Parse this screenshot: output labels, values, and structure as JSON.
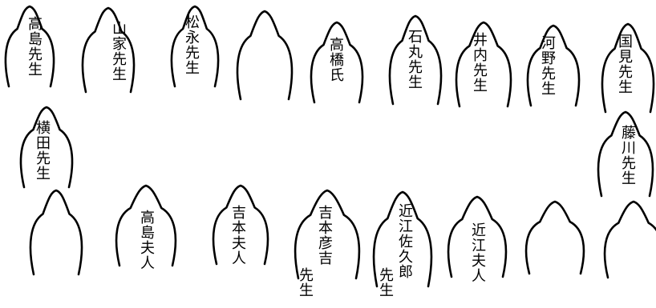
{
  "seats": {
    "top_row": [
      {
        "name": "高島先生"
      },
      {
        "name": "山家先生"
      },
      {
        "name": "松永先生"
      },
      {
        "name": ""
      },
      {
        "name": "高橋氏"
      },
      {
        "name": "石丸先生"
      },
      {
        "name": "井内先生"
      },
      {
        "name": "河野先生"
      },
      {
        "name": "国見先生"
      }
    ],
    "left_side": [
      {
        "name": "横田先生"
      }
    ],
    "right_side": [
      {
        "name": "藤川先生"
      }
    ],
    "bottom_row": [
      {
        "name": ""
      },
      {
        "name": "高島夫人"
      },
      {
        "name": "吉本夫人"
      },
      {
        "name": "吉本彦吉",
        "title": "先生"
      },
      {
        "name": "近江佐久郎",
        "title": "先生"
      },
      {
        "name": "近江夫人"
      },
      {
        "name": ""
      },
      {
        "name": ""
      }
    ]
  }
}
